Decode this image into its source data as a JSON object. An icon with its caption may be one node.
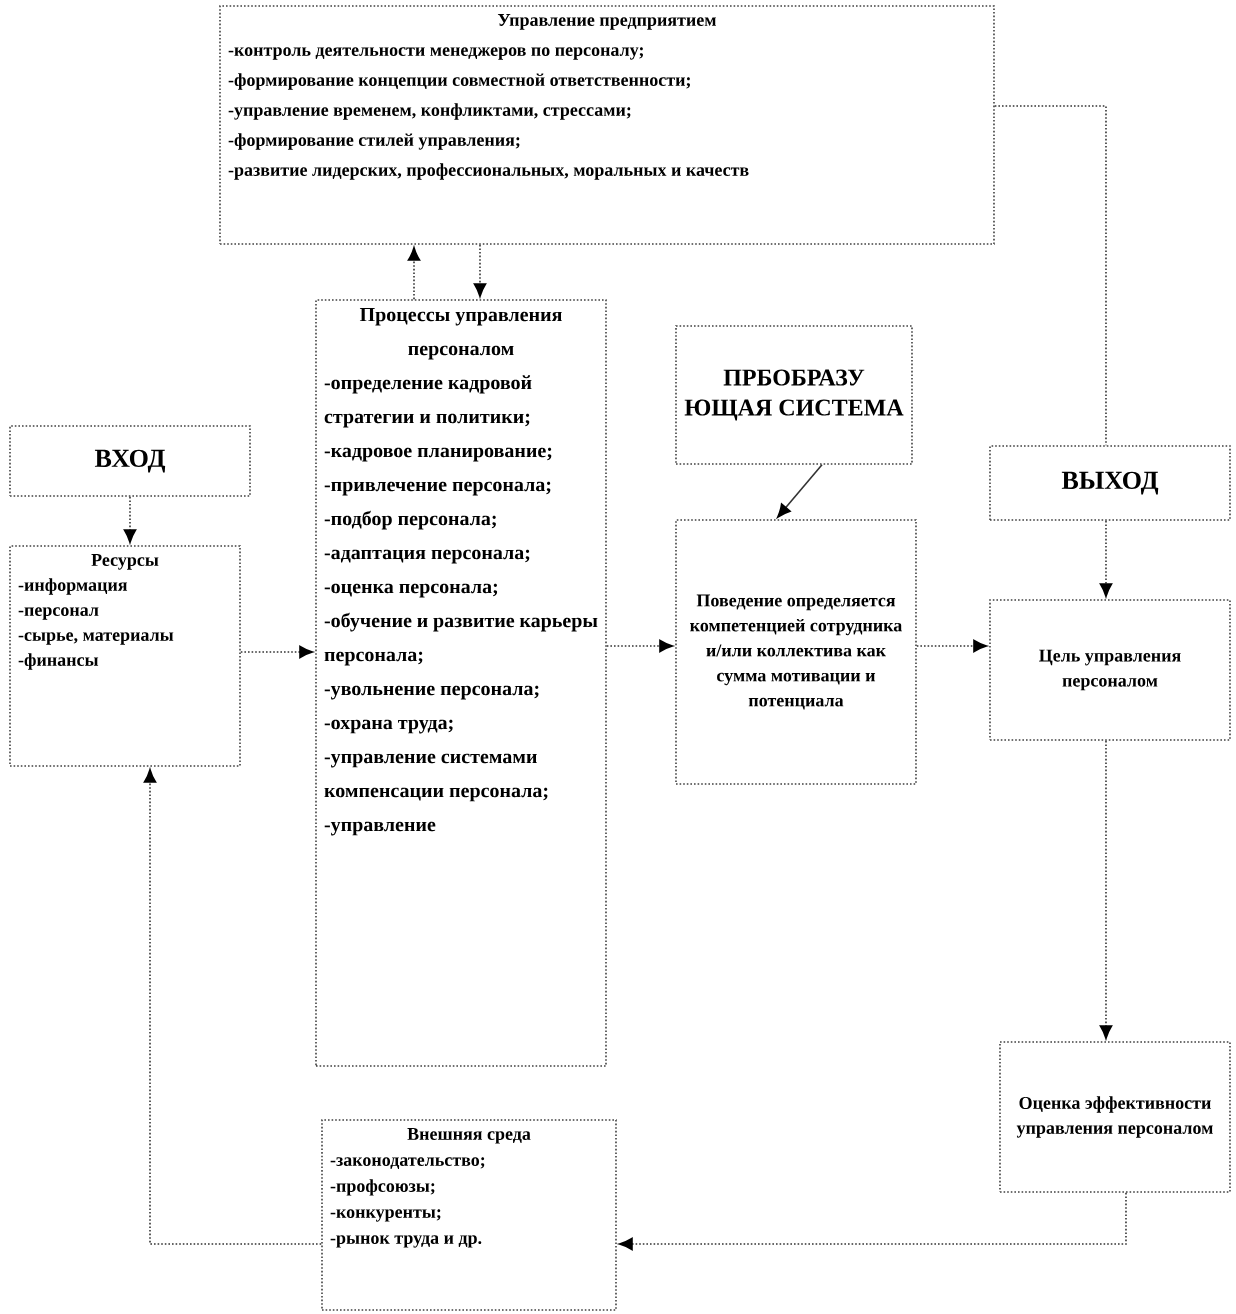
{
  "diagram": {
    "nodes": [
      {
        "text": [
          "Управление предприятием",
          "-контроль деятельности менеджеров по персоналу;",
          "-формирование концепции совместной ответственности;",
          "-управление временем, конфликтами, стрессами;",
          "-формирование стилей управления;",
          "-развитие лидерских, профессиональных, моральных и качеств"
        ]
      },
      {
        "text": [
          "ВХОД"
        ]
      },
      {
        "text": [
          "Ресурсы",
          "-информация",
          "-персонал",
          "-сырье, материалы",
          "-финансы"
        ]
      },
      {
        "text": [
          "Процессы управления персоналом",
          "-определение кадровой стратегии и политики;",
          "-кадровое планирование;",
          "-привлечение персонала;",
          "-подбор персонала;",
          "-адаптация персонала;",
          "-оценка персонала;",
          "-обучение и развитие карьеры персонала;",
          "-увольнение персонала;",
          "-охрана труда;",
          "-управление системами компенсации персонала;",
          "-управление"
        ]
      },
      {
        "text": [
          "ПРБОБРАЗУ ЮЩАЯ СИСТЕМА"
        ]
      },
      {
        "text": [
          "Поведение определяется компетенцией сотрудника и/или коллектива как сумма мотивации и потенциала"
        ]
      },
      {
        "text": [
          "ВЫХОД"
        ]
      },
      {
        "text": [
          "Цель управления персоналом"
        ]
      },
      {
        "text": [
          "Оценка эффективности управления персоналом"
        ]
      },
      {
        "text": [
          "Внешняя среда",
          "-законодательство;",
          "-профсоюзы;",
          "-конкуренты;",
          "-рынок труда и др."
        ]
      }
    ],
    "edges": [
      {
        "from": 1,
        "to": 2,
        "arrow": "to",
        "style": "dashed"
      },
      {
        "from": 2,
        "to": 3,
        "arrow": "to",
        "style": "dashed"
      },
      {
        "from": 3,
        "to": 0,
        "arrow": "to",
        "style": "dashed"
      },
      {
        "from": 0,
        "to": 3,
        "arrow": "to",
        "style": "dashed"
      },
      {
        "from": 3,
        "to": 5,
        "arrow": "to",
        "style": "dashed"
      },
      {
        "from": 4,
        "to": 5,
        "arrow": "to"
      },
      {
        "from": 5,
        "to": 7,
        "arrow": "to",
        "style": "dashed"
      },
      {
        "from": 0,
        "to": 6,
        "arrow": "none",
        "style": "dashed"
      },
      {
        "from": 6,
        "to": 7,
        "arrow": "to",
        "style": "dashed"
      },
      {
        "from": 7,
        "to": 8,
        "arrow": "to",
        "style": "dashed"
      },
      {
        "from": 8,
        "to": 9,
        "arrow": "to",
        "style": "dashed"
      },
      {
        "from": 9,
        "to": 2,
        "arrow": "to",
        "style": "dashed"
      }
    ]
  }
}
